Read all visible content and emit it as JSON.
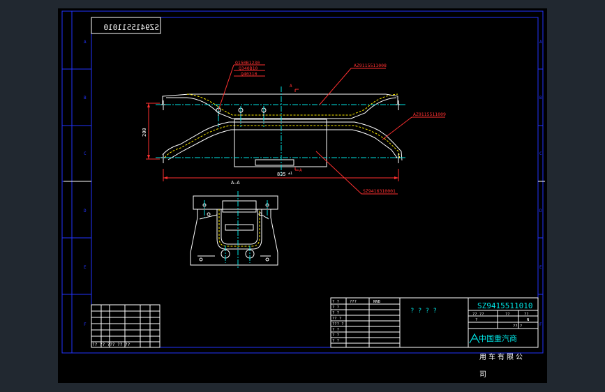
{
  "drawing": {
    "mirrored_code": "SZ9415511010",
    "section_label": "A—A",
    "section_mark": "A",
    "dimension_height": "200",
    "dimension_width": "835",
    "dimension_width_tol": "±1",
    "part_callouts": [
      "Q150B1230",
      "Q340B10",
      "Q40310"
    ],
    "balloon_top": "AZ9115511008",
    "balloon_right": "AZ9115511009",
    "balloon_bottom": "SZ9416310001",
    "zone_rows": [
      "A",
      "B",
      "C",
      "D",
      "E",
      "F"
    ]
  },
  "left_table": {
    "footer_text": "?? ??   ???   ??   ??"
  },
  "title_block": {
    "drawing_number": "SZ9415511010",
    "name_garbled": "? ? ? ?",
    "col_header_1": "? ?",
    "col_header_2": "???",
    "col_header_3": "NNB",
    "row_labels": [
      "? ?",
      "? ?",
      "?? ?",
      "??? ?",
      "? ?",
      "? ?",
      "? ?"
    ],
    "meta_1": "??  ??",
    "meta_2": "??",
    "meta_3": "??",
    "meta_4": "?",
    "meta_5": "??  ?",
    "meta_6": "N",
    "company_line1": "中国重汽商",
    "company_line2": "用车有限公",
    "company_line3": "司"
  },
  "colors": {
    "background": "#000000",
    "frame": "#2233ff",
    "geometry": "#ffffff",
    "leader": "#ff2020",
    "centerline": "#00e5e5",
    "hidden": "#ffee00",
    "dimension": "#ff3030",
    "callout_text": "#ff3030"
  }
}
